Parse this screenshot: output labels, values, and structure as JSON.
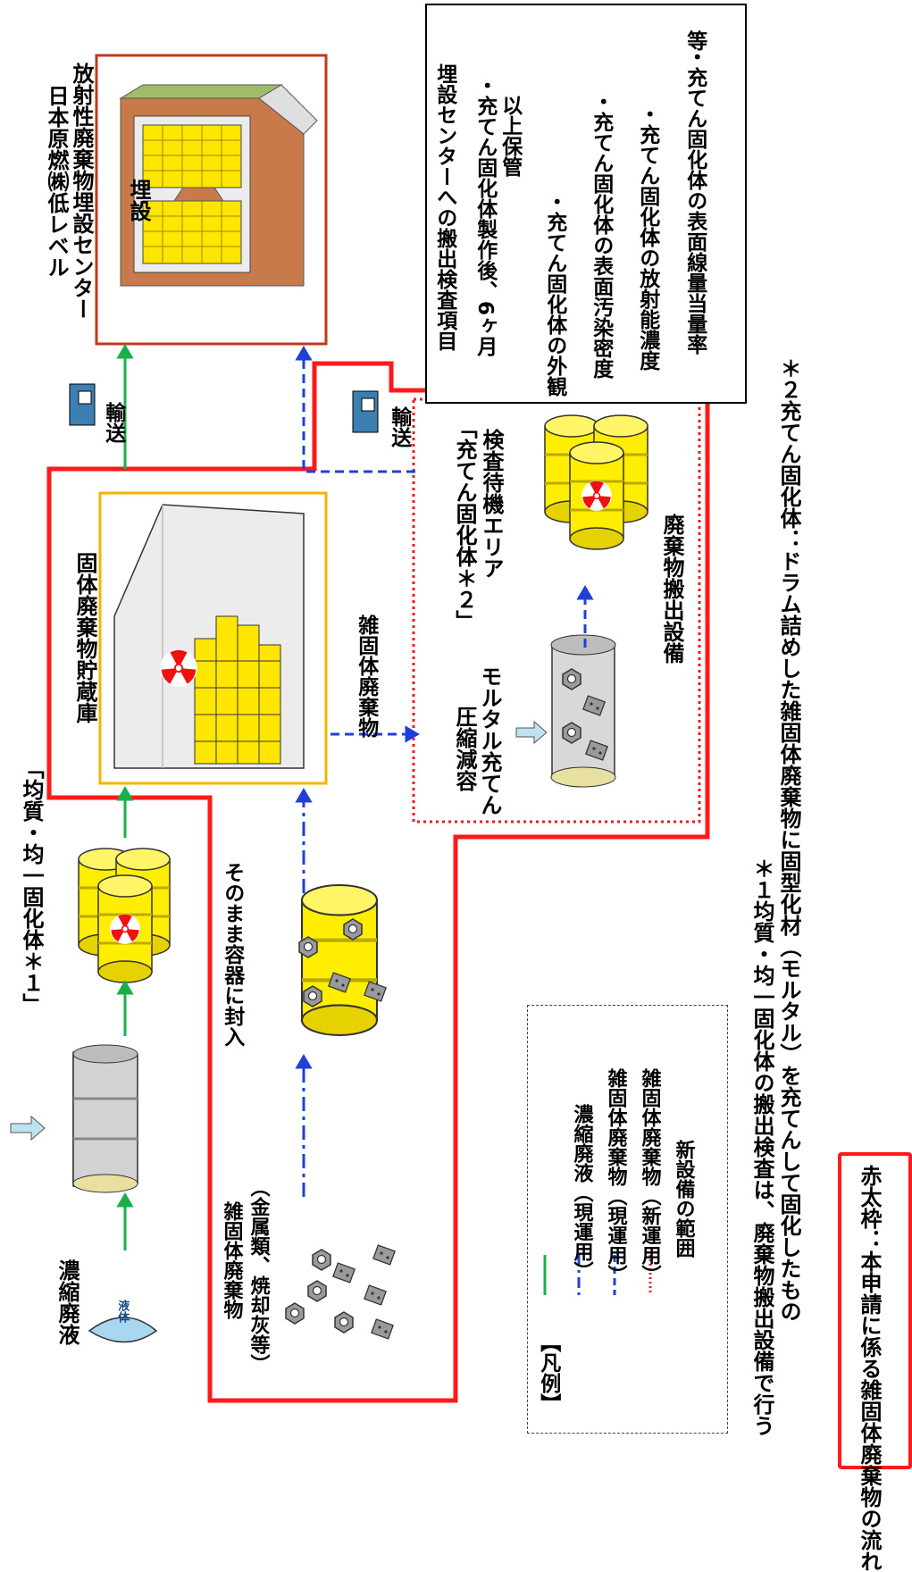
{
  "labels": {
    "concentrated_liquid": "濃縮廃液",
    "liquid_drop": "液体",
    "homogeneous_title": "「均質・均一固化体＊１」",
    "misc_solid": "雑固体廃棄物",
    "misc_solid_sub": "（金属類、焼却灰等）",
    "seal_as_is": "そのまま容器に封入",
    "storage": "固体廃棄物貯蔵庫",
    "misc_solid_arrow": "雑固体廃棄物",
    "compaction_line1": "圧縮減容",
    "compaction_line2": "モルタル充てん",
    "waiting_line1": "「充てん固化体＊２」",
    "waiting_line2": "検査待機エリア",
    "facility": "廃棄物搬出設備",
    "transport_1": "輸送",
    "transport_2": "輸送",
    "burial": "埋設",
    "center_line1": "日本原燃㈱低レベル",
    "center_line2": "放射性廃棄物埋設センター"
  },
  "inspection": {
    "title": "埋設センターへの搬出検査項目",
    "items": [
      "・充てん固化体製作後、6ヶ月",
      "以上保管",
      "・充てん固化体の外観",
      "・充てん固化体の表面汚染密度",
      "・充てん固化体の放射能濃度",
      "・充てん固化体の表面線量当量率"
    ],
    "etc": "等"
  },
  "legend": {
    "title": "【凡例】",
    "items": [
      {
        "label": "濃縮廃液（現運用）",
        "color": "#19b04b",
        "style": "solid"
      },
      {
        "label": "雑固体廃棄物（現運用）",
        "color": "#1f3fd6",
        "style": "dashdot"
      },
      {
        "label": "雑固体廃棄物（新運用）",
        "color": "#1f3fd6",
        "style": "dashed"
      },
      {
        "label": "新設備の範囲",
        "color": "#ee1c1c",
        "style": "dotted"
      }
    ]
  },
  "footnotes": {
    "note1": "＊１均質・均一固化体の搬出検査は、廃棄物搬出設備で行う",
    "note2": "＊２充てん固化体：ドラム詰めした雑固体廃棄物に固型化材（モルタル）を充てんして固化したもの"
  },
  "note_box": "赤太枠：本申請に係る雑固体廃棄物の流れ",
  "colors": {
    "green_flow": "#19b04b",
    "blue_flow": "#1f3fd6",
    "red_frame": "#ff1a1a",
    "storage_frame": "#f5b400",
    "center_frame": "#c0391b",
    "drum_yellow": "#ffee00"
  }
}
